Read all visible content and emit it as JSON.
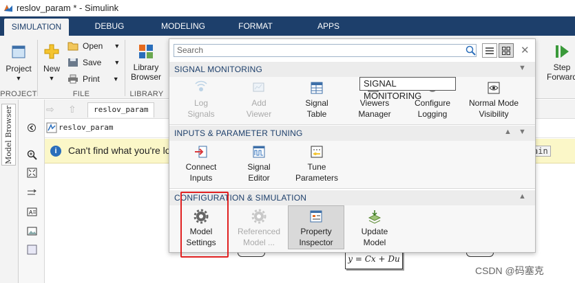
{
  "window": {
    "title": "reslov_param * - Simulink"
  },
  "tabs": [
    {
      "label": "SIMULATION",
      "active": true
    },
    {
      "label": "DEBUG"
    },
    {
      "label": "MODELING"
    },
    {
      "label": "FORMAT"
    },
    {
      "label": "APPS"
    }
  ],
  "ribbon": {
    "project": {
      "label": "Project",
      "group": "PROJECT"
    },
    "file": {
      "new": "New",
      "open": "Open",
      "save": "Save",
      "print": "Print",
      "group": "FILE"
    },
    "library": {
      "label1": "Library",
      "label2": "Browser",
      "group": "LIBRARY"
    },
    "step": {
      "label1": "Step",
      "label2": "Forward"
    }
  },
  "model_browser": {
    "label": "Model Browser"
  },
  "nav": {
    "breadcrumb": "reslov_param"
  },
  "address": {
    "path": "reslov_param"
  },
  "info": {
    "message": "Can't find what you're lo",
    "button_fragment": "ain"
  },
  "popup": {
    "search_placeholder": "Search",
    "sections": [
      {
        "title": "SIGNAL MONITORING",
        "items": [
          {
            "l1": "Log",
            "l2": "Signals",
            "enabled": false
          },
          {
            "l1": "Add",
            "l2": "Viewer",
            "enabled": false
          },
          {
            "l1": "Signal",
            "l2": "Table",
            "enabled": true
          },
          {
            "l1": "Viewers",
            "l2": "Manager",
            "enabled": true
          },
          {
            "l1": "Configure",
            "l2": "Logging",
            "enabled": true
          },
          {
            "l1": "Normal Mode",
            "l2": "Visibility",
            "enabled": true
          }
        ]
      },
      {
        "title": "INPUTS & PARAMETER TUNING",
        "items": [
          {
            "l1": "Connect",
            "l2": "Inputs",
            "enabled": true
          },
          {
            "l1": "Signal",
            "l2": "Editor",
            "enabled": true
          },
          {
            "l1": "Tune",
            "l2": "Parameters",
            "enabled": true
          }
        ]
      },
      {
        "title": "CONFIGURATION & SIMULATION",
        "items": [
          {
            "l1": "Model",
            "l2": "Settings",
            "enabled": true
          },
          {
            "l1": "Referenced",
            "l2": "Model ...",
            "enabled": false
          },
          {
            "l1": "Property",
            "l2": "Inspector",
            "enabled": true,
            "selected": true
          },
          {
            "l1": "Update",
            "l2": "Model",
            "enabled": true
          }
        ]
      }
    ]
  },
  "tooltip": "SIGNAL MONITORING",
  "canvas": {
    "equation": "y = Cx + Du"
  },
  "watermark": "CSDN @码塞克",
  "colors": {
    "tabbar": "#1d3f6b",
    "section_header_text": "#1d3f6b",
    "highlight": "#e02020"
  }
}
